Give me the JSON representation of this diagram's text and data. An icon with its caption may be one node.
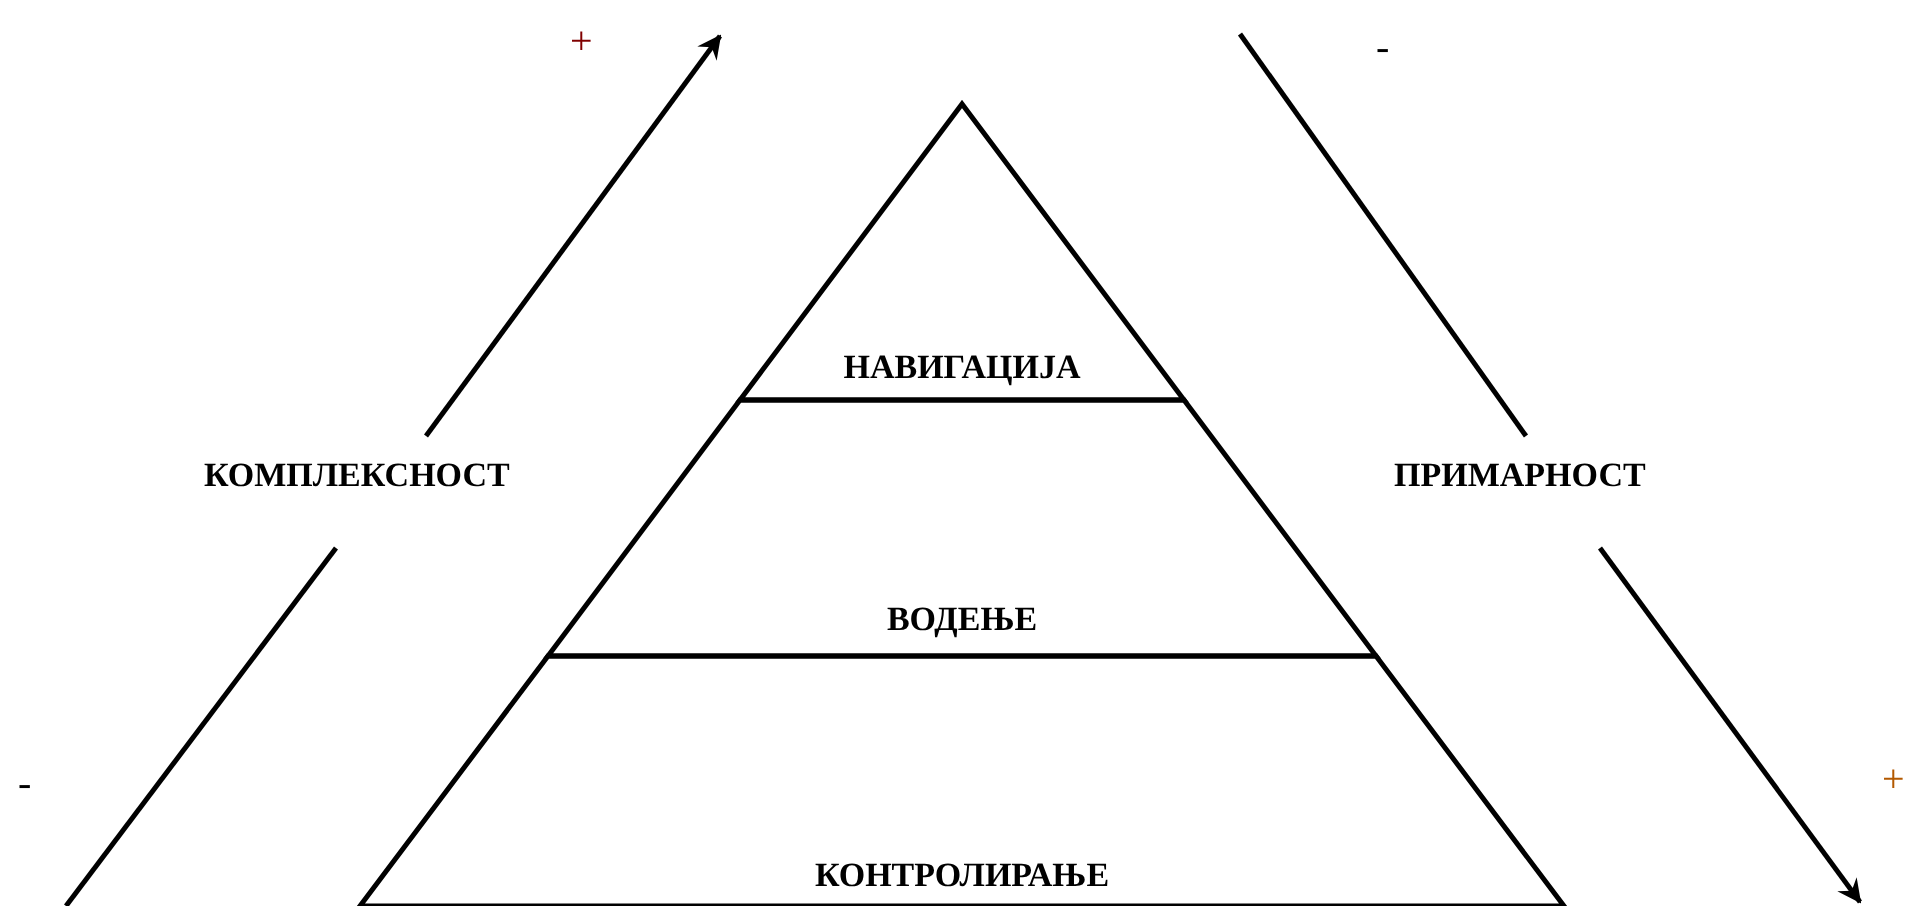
{
  "diagram": {
    "nodes": [
      {
        "text": [
          "НАВИГАЦИЈА"
        ]
      },
      {
        "text": [
          "ВОДЕЊЕ"
        ]
      },
      {
        "text": [
          "КОНТРОЛИРАЊЕ"
        ]
      }
    ],
    "labels": [
      "+",
      "-",
      "КОМПЛЕКСНОСТ",
      "ПРИМАРНОСТ",
      "-",
      "+"
    ]
  }
}
